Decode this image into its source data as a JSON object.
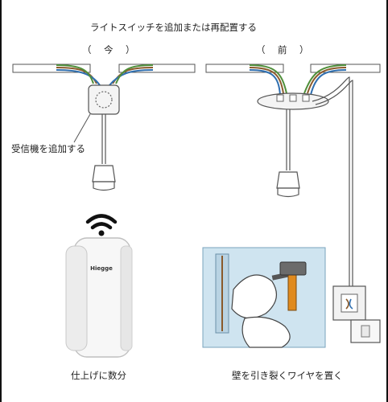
{
  "title": "ライトスイッチを追加または再配置する",
  "left_panel": {
    "label": "（　今　）",
    "receiver_label": "受信機を追加する",
    "caption": "仕上げに数分",
    "device_brand": "Hiegge"
  },
  "right_panel": {
    "label": "（　前　）",
    "caption": "壁を引き裂くワイヤを置く"
  },
  "colors": {
    "wire_grey": "#9aa0a6",
    "wire_brown": "#8a5a2b",
    "wire_blue": "#2f6fb0",
    "wire_green": "#4f8f3a",
    "wall_blue": "#cfe4f0",
    "hammer_orange": "#e08a1e"
  }
}
